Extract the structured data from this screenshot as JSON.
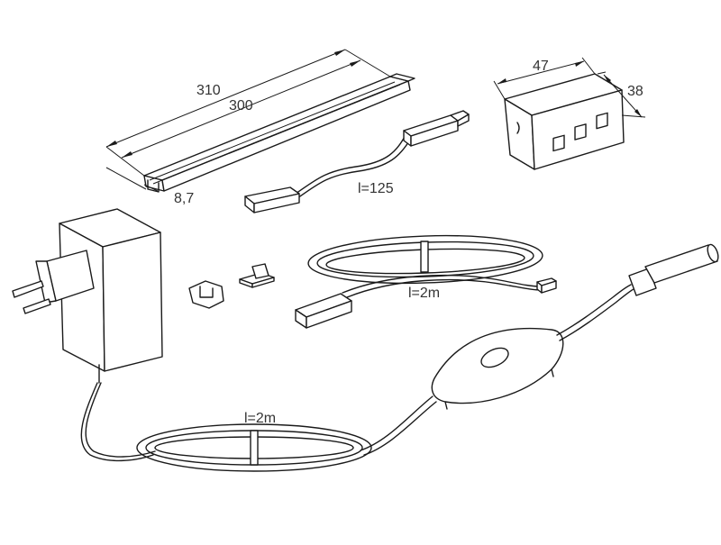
{
  "dimensions": {
    "strip_outer_length": "310",
    "strip_inner_length": "300",
    "strip_height": "8,7",
    "box_width": "47",
    "box_depth": "38"
  },
  "cables": {
    "short_connector_length": "l=125",
    "extension_length": "l=2m",
    "supply_length": "l=2m"
  },
  "components": [
    "led-strip-profile",
    "short-connector-cable",
    "distribution-box",
    "power-adapter",
    "mounting-clip",
    "mounting-bracket",
    "extension-cable",
    "switch-cable"
  ]
}
